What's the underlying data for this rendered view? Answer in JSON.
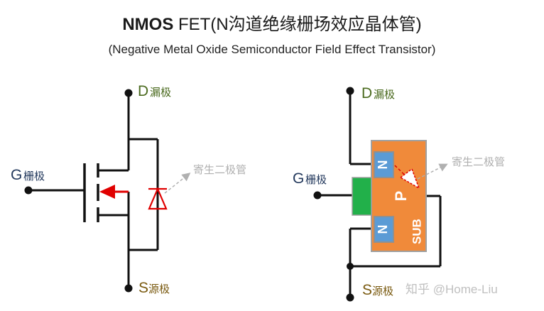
{
  "title": {
    "bold": "NMOS",
    "rest": " FET(N沟道绝缘栅场效应晶体管)"
  },
  "subtitle": "(Negative Metal Oxide Semiconductor Field Effect Transistor)",
  "left_symbol": {
    "drain_letter": "D",
    "drain_cn": "漏极",
    "gate_letter": "G",
    "gate_cn": "栅极",
    "source_letter": "S",
    "source_cn": "源极",
    "diode_note": "寄生二极管"
  },
  "right_structure": {
    "drain_letter": "D",
    "drain_cn": "漏极",
    "gate_letter": "G",
    "gate_cn": "栅极",
    "source_letter": "S",
    "source_cn": "源极",
    "n_top": "N",
    "n_bottom": "N",
    "p_region": "P",
    "sub_label": "SUB",
    "diode_note": "寄生二极管"
  },
  "watermark": "知乎 @Home-Liu",
  "colors": {
    "green_label": "#4a6a1e",
    "gate_label": "#23395d",
    "source_label": "#7a5a10",
    "arrow_red": "#e00000",
    "substrate_orange": "#f08a3a",
    "n_blue": "#5b9bd5",
    "gate_green": "#22b04a",
    "note_gray": "#b0b0b0"
  }
}
